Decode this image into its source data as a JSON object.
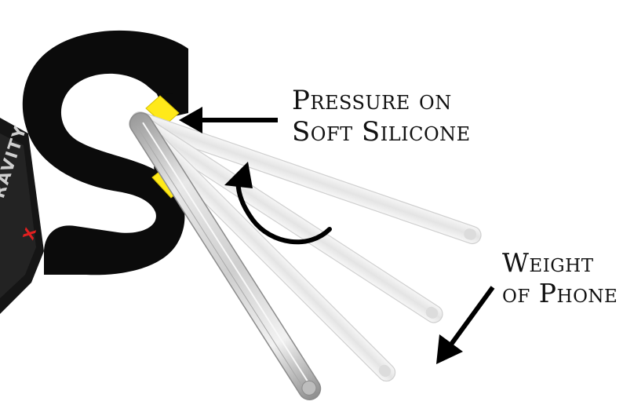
{
  "annotations": {
    "pressure": [
      "Pressure on",
      "Soft Silicone"
    ],
    "weight": [
      "Weight",
      "of Phone"
    ]
  },
  "brand": {
    "text": "RAVITY",
    "mark": "X"
  },
  "colors": {
    "mount": "#0b0b0b",
    "silicone_pad": "#ffe91a",
    "arrow": "#000000",
    "phone_fill": "#d7d7d7",
    "phone_edge": "#8c8c8c",
    "ghost_phone": "#ececec",
    "brand_mark": "#e02020"
  },
  "icons": [
    "pressure-arrow-icon",
    "rotation-arrow-icon",
    "weight-arrow-icon"
  ]
}
